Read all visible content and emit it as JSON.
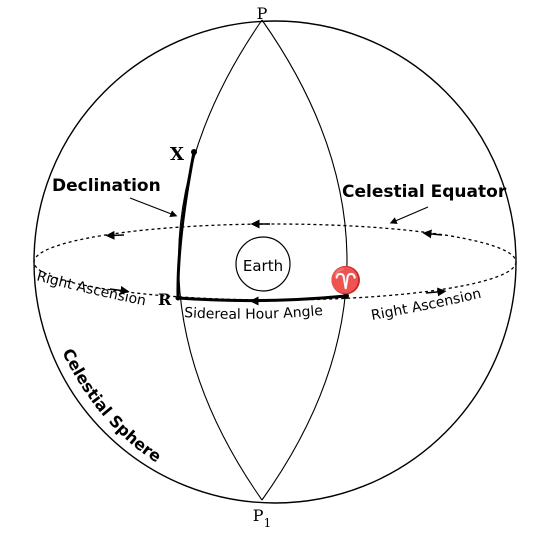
{
  "labels": {
    "north_pole": "P",
    "south_pole": "P",
    "south_pole_subscript": "1",
    "star": "X",
    "equator_point": "R",
    "declination": "Declination",
    "celestial_equator": "Celestial Equator",
    "earth": "Earth",
    "right_ascension_left": "Right Ascension",
    "right_ascension_right": "Right Ascension",
    "sidereal_hour_angle": "Sidereal Hour Angle",
    "celestial_sphere": "Celestial Sphere",
    "first_point_of_aries": "♈"
  },
  "colors": {
    "line": "#000000",
    "aries": "#1a1a6e",
    "background": "#ffffff"
  }
}
